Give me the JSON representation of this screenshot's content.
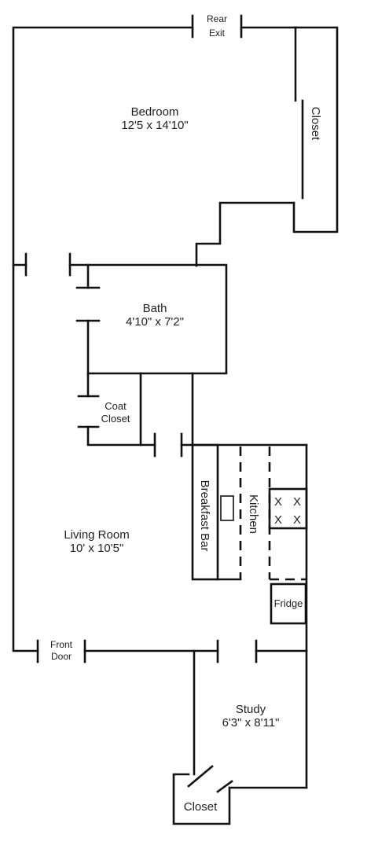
{
  "rooms": {
    "bedroom": {
      "name": "Bedroom",
      "dims": "12'5 x 14'10\""
    },
    "bath": {
      "name": "Bath",
      "dims": "4'10\" x 7'2\""
    },
    "living_room": {
      "name": "Living Room",
      "dims": "10' x 10'5\""
    },
    "study": {
      "name": "Study",
      "dims": "6'3\" x 8'11\""
    }
  },
  "labels": {
    "rear_exit_line1": "Rear",
    "rear_exit_line2": "Exit",
    "bedroom_closet": "Closet",
    "coat_closet_line1": "Coat",
    "coat_closet_line2": "Closet",
    "breakfast_bar": "Breakfast Bar",
    "kitchen": "Kitchen",
    "fridge": "Fridge",
    "front_door_line1": "Front",
    "front_door_line2": "Door",
    "study_closet": "Closet",
    "stove_burner": "X"
  },
  "colors": {
    "wall": "#111111",
    "text": "#222222",
    "background": "#ffffff"
  }
}
